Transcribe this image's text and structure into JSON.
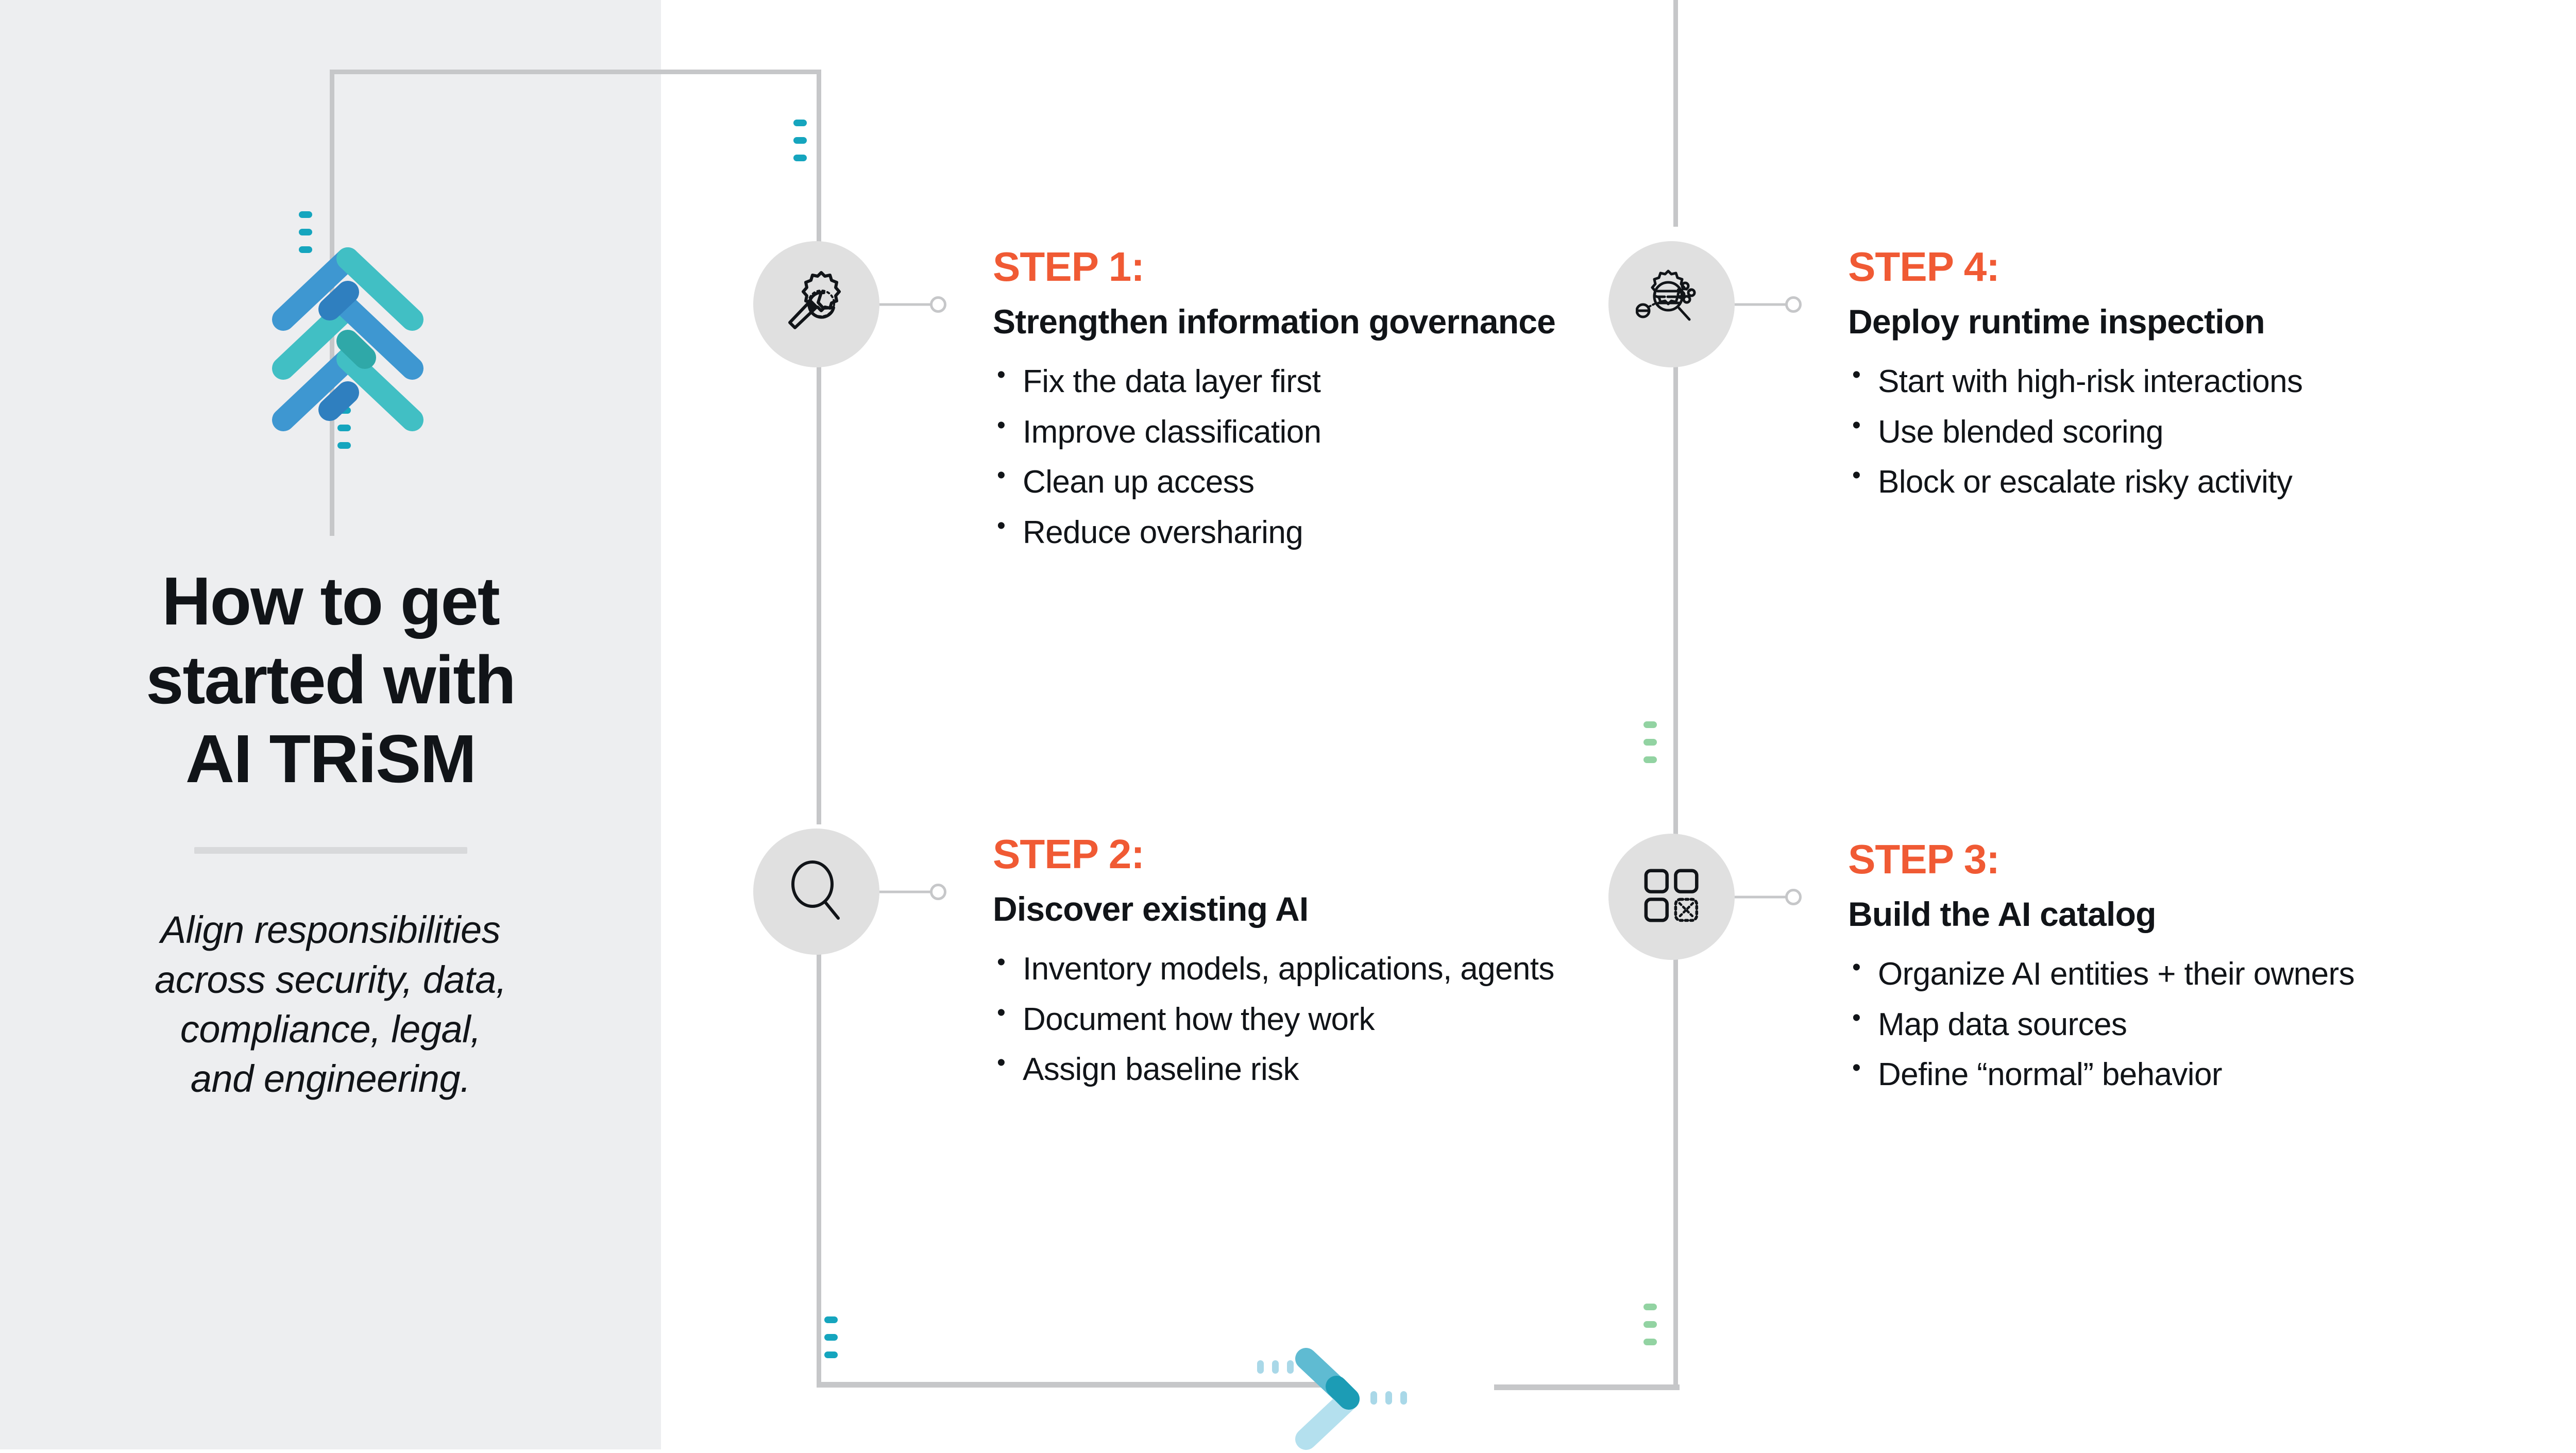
{
  "theme": {
    "panel_bg": "#EDEEF0",
    "page_bg": "#FFFFFF",
    "accent_orange": "#F05A34",
    "line_gray": "#C6C7C9",
    "icon_circle": "#E0E0E0",
    "dot_teal": "#15A5BE",
    "dot_green": "#92D3A2",
    "dot_pale_blue": "#A9D8E8",
    "logo_teal": "#41BFC4",
    "logo_blue": "#3E97D1",
    "text_dark": "#111418"
  },
  "title": {
    "line1": "How to get",
    "line2": "started with",
    "line3": "AI TRiSM",
    "full": "How to get started with AI TRiSM"
  },
  "subtitle": {
    "line1": "Align responsibilities",
    "line2": "across security, data,",
    "line3": "compliance, legal,",
    "line4": "and engineering.",
    "full": "Align responsibilities across security, data, compliance, legal, and engineering."
  },
  "steps": [
    {
      "id": "step-1",
      "eyebrow": "STEP 1:",
      "heading": "Strengthen information governance",
      "icon": "wrench-gear-icon",
      "bullets": [
        "Fix the data layer first",
        "Improve classification",
        "Clean up access",
        "Reduce oversharing"
      ]
    },
    {
      "id": "step-2",
      "eyebrow": "STEP 2:",
      "heading": "Discover existing AI",
      "icon": "magnifying-glass-icon",
      "bullets": [
        "Inventory models, applications, agents",
        "Document how they work",
        "Assign baseline risk"
      ]
    },
    {
      "id": "step-3",
      "eyebrow": "STEP 3:",
      "heading": "Build the AI catalog",
      "icon": "catalog-grid-icon",
      "bullets": [
        "Organize AI entities + their owners",
        "Map data sources",
        "Define “normal” behavior"
      ]
    },
    {
      "id": "step-4",
      "eyebrow": "STEP 4:",
      "heading": "Deploy runtime inspection",
      "icon": "gear-magnifier-nodes-icon",
      "bullets": [
        "Start with high-risk interactions",
        "Use blended scoring",
        "Block or escalate risky activity"
      ]
    }
  ]
}
